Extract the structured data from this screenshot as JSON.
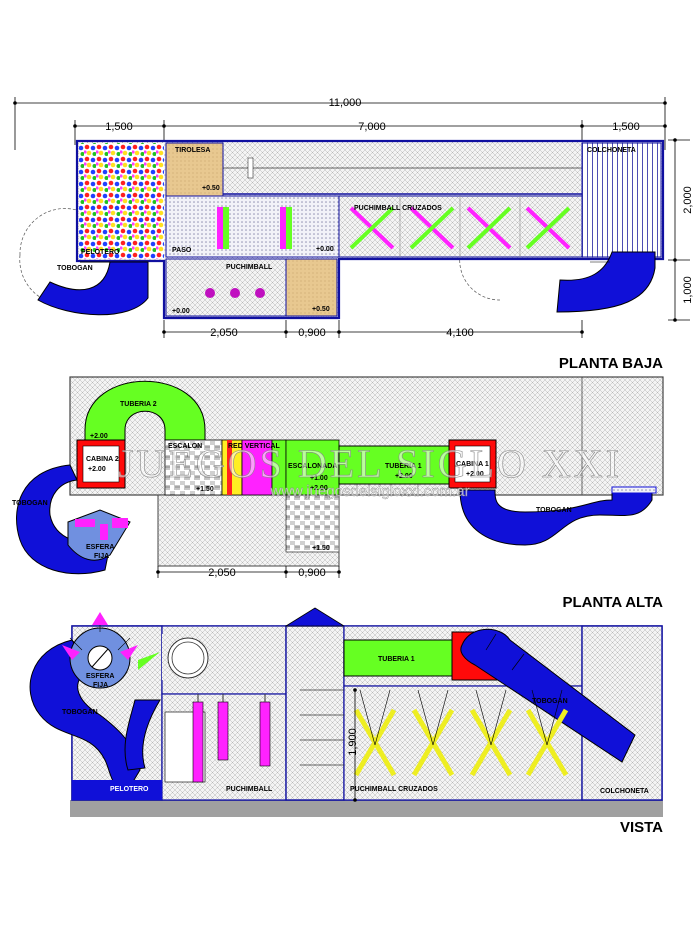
{
  "dimensions": {
    "total": "11,000",
    "left": "1,500",
    "center": "7,000",
    "right": "1,500",
    "height_top": "2,000",
    "height_bottom": "1,000",
    "bottom_a": "2,050",
    "bottom_b": "0,900",
    "bottom_c": "4,100",
    "alta_a": "2,050",
    "alta_b": "0,900",
    "vista_height": "1,900"
  },
  "planta_baja": {
    "title": "PLANTA BAJA",
    "labels": {
      "tirolesa": "TIROLESA",
      "colchoneta": "COLCHONETA",
      "puchimball_cruzados": "PUCHIMBALL CRUZADOS",
      "pelotero": "PELOTERO",
      "tobogan": "TOBOGAN",
      "paso": "PASO",
      "puchimball": "PUCHIMBALL"
    },
    "levels": {
      "tirolesa": "+0.50",
      "paso": "+0.00",
      "puchimball": "+0.00",
      "corner": "+0.50"
    }
  },
  "planta_alta": {
    "title": "PLANTA ALTA",
    "labels": {
      "tuberia2": "TUBERIA 2",
      "cabina2": "CABINA 2",
      "escalon": "ESCALON",
      "red_vertical": "RED VERTICAL",
      "escalonada": "ESCALONADA",
      "tuberia1": "TUBERIA 1",
      "cabina1": "CABINA 1",
      "tobogan_left": "TOBOGAN",
      "esfera": "ESFERA",
      "fija": "FIJA",
      "tobogan_right": "TOBOGAN"
    },
    "levels": {
      "tuberia2": "+2.00",
      "cabina2": "+2.00",
      "escalon": "+1.50",
      "escalonada_a": "+1.00",
      "escalonada_b": "+2.00",
      "tuberia1": "+2.00",
      "cabina1": "+2.00",
      "stairs": "+1.50"
    }
  },
  "vista": {
    "title": "VISTA",
    "labels": {
      "esfera": "ESFERA",
      "fija": "FIJA",
      "tobogan_left": "TOBOGAN",
      "tuberia1": "TUBERIA 1",
      "tobogan_right": "TOBOGAN",
      "pelotero": "PELOTERO",
      "puchimball": "PUCHIMBALL",
      "puchimball_cruzados": "PUCHIMBALL CRUZADOS",
      "colchoneta": "COLCHONETA"
    }
  },
  "watermark": {
    "main": "JUEGOS DEL SIGLO XXI",
    "url": "www.juegosdelsigloxxi.com.ar"
  },
  "colors": {
    "tube": "#1010d8",
    "green": "#66ff22",
    "red": "#ff0a0a",
    "magenta": "#ff22ff",
    "wood": "#e8c890",
    "yellow": "#ffee22",
    "frame": "#1010a0"
  }
}
